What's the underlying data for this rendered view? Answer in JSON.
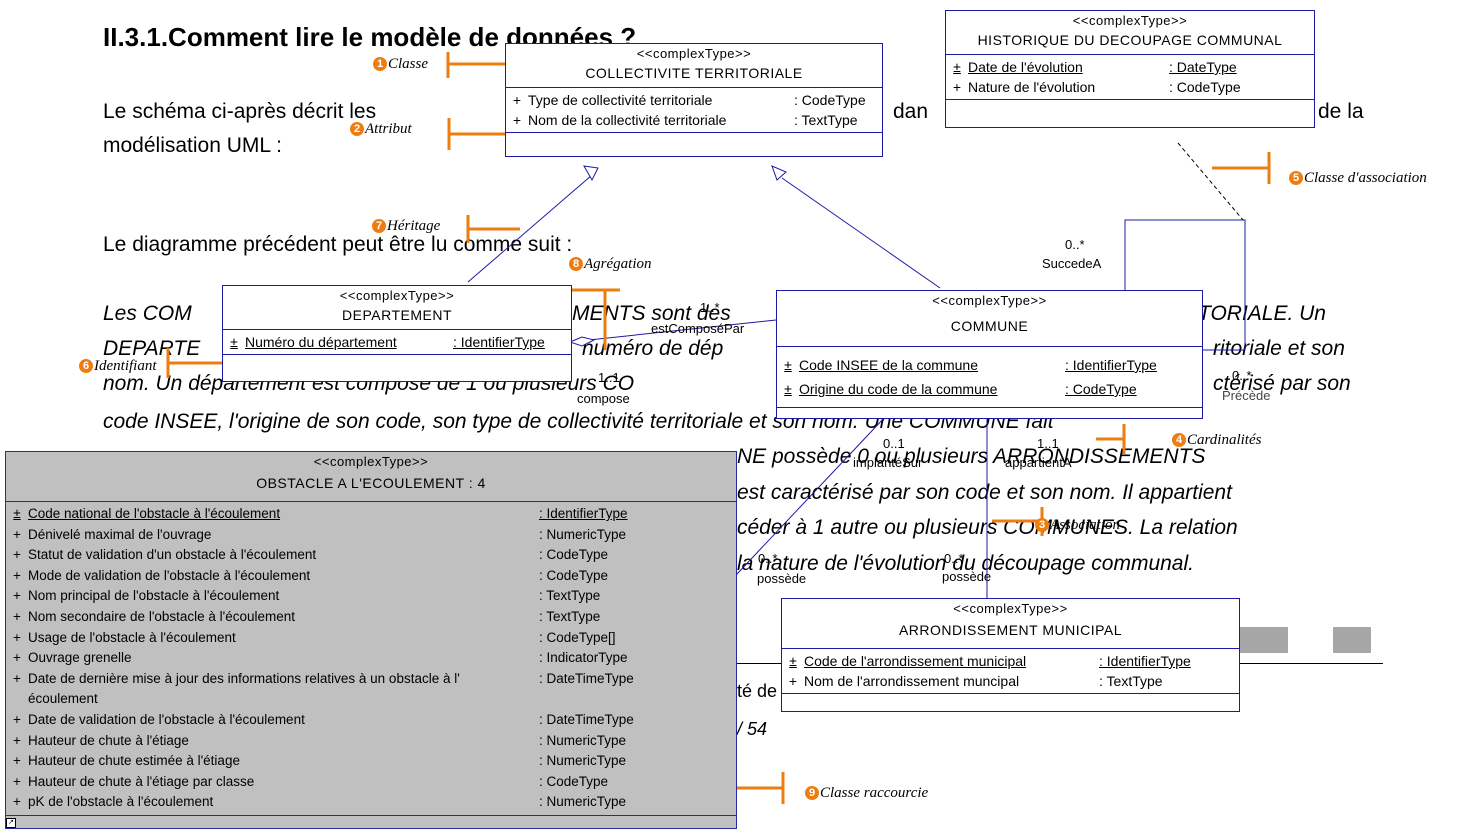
{
  "document": {
    "title": "II.3.1.Comment lire le modèle de données ?",
    "para1_a": "Le schéma ci-après décrit les",
    "para1_b": "dan",
    "para1_c": "de la",
    "para1_line2": "modélisation UML :",
    "para2": "Le diagramme précédent peut être lu comme suit :",
    "italic_lines": [
      "Les COM",
      "MENTS sont des",
      "TORIALE. Un",
      "DEPARTE",
      "numéro de dép",
      "ritoriale et son",
      "nom. Un département est composé de 1 ou plusieurs CO",
      "ctérisé par son",
      "code INSEE, l'origine de son code, son type de collectivité territoriale et son nom. Une COMMUNE fait",
      "NE possède 0 ou plusieurs ARRONDISSEMENTS",
      "est caractérisé par son code et son nom. Il appartient",
      "céder à 1 autre ou plusieurs COMMUNES. La relation",
      "la nature de l'évolution du découpage communal."
    ],
    "footer_a": "té de",
    "footer_b": "/ 54"
  },
  "stereotype": "<<complexType>>",
  "classes": {
    "collectivite": {
      "name": "COLLECTIVITE TERRITORIALE",
      "attributes": [
        {
          "vis": "+",
          "name": "Type de collectivité territoriale",
          "type": ": CodeType"
        },
        {
          "vis": "+",
          "name": "Nom de la collectivité territoriale",
          "type": ": TextType"
        }
      ]
    },
    "historique": {
      "name": "HISTORIQUE DU DECOUPAGE COMMUNAL",
      "attributes": [
        {
          "vis": "±",
          "name": "Date de l'évolution",
          "type": ": DateType"
        },
        {
          "vis": "+",
          "name": "Nature de l'évolution",
          "type": ": CodeType"
        }
      ]
    },
    "departement": {
      "name": "DEPARTEMENT",
      "attributes": [
        {
          "vis": "±",
          "name": "Numéro du département",
          "type": ": IdentifierType"
        }
      ]
    },
    "commune": {
      "name": "COMMUNE",
      "attributes": [
        {
          "vis": "±",
          "name": "Code INSEE de la commune",
          "type": ": IdentifierType"
        },
        {
          "vis": "±",
          "name": "Origine du code de la commune",
          "type": ": CodeType"
        }
      ]
    },
    "obstacle": {
      "name": "OBSTACLE A L'ECOULEMENT : 4",
      "attributes": [
        {
          "vis": "±",
          "name": "Code national de l'obstacle à l'écoulement",
          "type": ": IdentifierType"
        },
        {
          "vis": "+",
          "name": "Dénivelé maximal de l'ouvrage",
          "type": ": NumericType"
        },
        {
          "vis": "+",
          "name": "Statut de validation d'un obstacle à l'écoulement",
          "type": ": CodeType"
        },
        {
          "vis": "+",
          "name": "Mode de validation de l'obstacle à l'écoulement",
          "type": ": CodeType"
        },
        {
          "vis": "+",
          "name": "Nom principal de l'obstacle à l'écoulement",
          "type": ": TextType"
        },
        {
          "vis": "+",
          "name": "Nom secondaire de l'obstacle à l'écoulement",
          "type": ": TextType"
        },
        {
          "vis": "+",
          "name": "Usage de l'obstacle à l'écoulement",
          "type": ": CodeType[]"
        },
        {
          "vis": "+",
          "name": "Ouvrage grenelle",
          "type": ": IndicatorType"
        },
        {
          "vis": "+",
          "name": "Date de dernière mise à jour des informations relatives à un obstacle à l'",
          "type": ": DateTimeType"
        },
        {
          "vis": "",
          "name": "écoulement",
          "type": ""
        },
        {
          "vis": "+",
          "name": "Date de validation de l'obstacle à l'écoulement",
          "type": ": DateTimeType"
        },
        {
          "vis": "+",
          "name": "Hauteur de chute à l'étiage",
          "type": ": NumericType"
        },
        {
          "vis": "+",
          "name": "Hauteur de chute estimée à l'étiage",
          "type": ": NumericType"
        },
        {
          "vis": "+",
          "name": "Hauteur de chute à l'étiage par classe",
          "type": ": CodeType"
        },
        {
          "vis": "+",
          "name": "pK de l'obstacle à l'écoulement",
          "type": ": NumericType"
        }
      ]
    },
    "arrondissement": {
      "name": "ARRONDISSEMENT MUNICIPAL",
      "attributes": [
        {
          "vis": "±",
          "name": "Code de l'arrondissement municipal",
          "type": ": IdentifierType"
        },
        {
          "vis": "+",
          "name": "Nom de l'arrondissement muncipal",
          "type": ": TextType"
        }
      ]
    }
  },
  "annotations": [
    {
      "num": "1",
      "label": "Classe"
    },
    {
      "num": "2",
      "label": "Attribut"
    },
    {
      "num": "3",
      "label": "Association"
    },
    {
      "num": "4",
      "label": "Cardinalités"
    },
    {
      "num": "5",
      "label": "Classe d'association"
    },
    {
      "num": "6",
      "label": "Identifiant"
    },
    {
      "num": "7",
      "label": "Héritage"
    },
    {
      "num": "8",
      "label": "Agrégation"
    },
    {
      "num": "9",
      "label": "Classe raccourcie"
    }
  ],
  "roles": {
    "succedeA_mult": "0..*",
    "succedeA": "SuccedeA",
    "estComposePar_mult": "1..*",
    "estComposePar": "estComposéPar",
    "compose_mult": "1..1",
    "compose": "compose",
    "right_mult": "0..*",
    "right_role": "Précède",
    "implanteSur_mult": "0..1",
    "implanteSur": "implantéSur",
    "appartientA_mult": "1..1",
    "appartientA": "appartientA",
    "possede1_mult": "0..*",
    "possede1": "possède",
    "possede2_mult": "0..*",
    "possede2": "possède"
  },
  "colors": {
    "uml_border": "#1a1aa6",
    "annotation": "#ee7d10",
    "shortened_class_fill": "#c0c0c0"
  }
}
